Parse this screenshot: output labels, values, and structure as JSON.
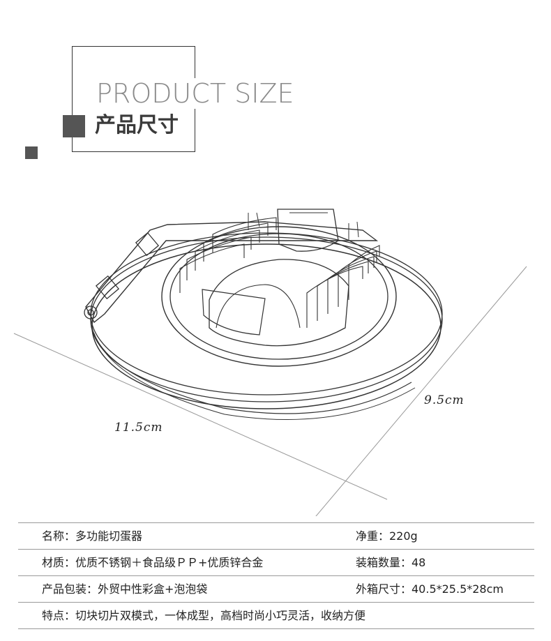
{
  "header": {
    "title_en": "PRODUCT SIZE",
    "title_cn": "产品尺寸"
  },
  "product_image": {
    "icon": "egg-slicer-sketch",
    "dim_width": "11.5cm",
    "dim_depth": "9.5cm"
  },
  "specs": {
    "rows": [
      {
        "left": "名称：多功能切蛋器",
        "right": "净重：220g"
      },
      {
        "left": "材质：优质不锈钢＋食品级ＰＰ+优质锌合金",
        "right": "装箱数量：48"
      },
      {
        "left": "产品包装：外贸中性彩盒+泡泡袋",
        "right": "外箱尺寸：40.5*25.5*28cm"
      },
      {
        "left": "特点：切块切片双模式，一体成型，高档时尚小巧灵活，收纳方便",
        "right": ""
      }
    ]
  },
  "colors": {
    "frame": "#333333",
    "accent_square": "#555555",
    "title_en": "#8a8a8a"
  }
}
